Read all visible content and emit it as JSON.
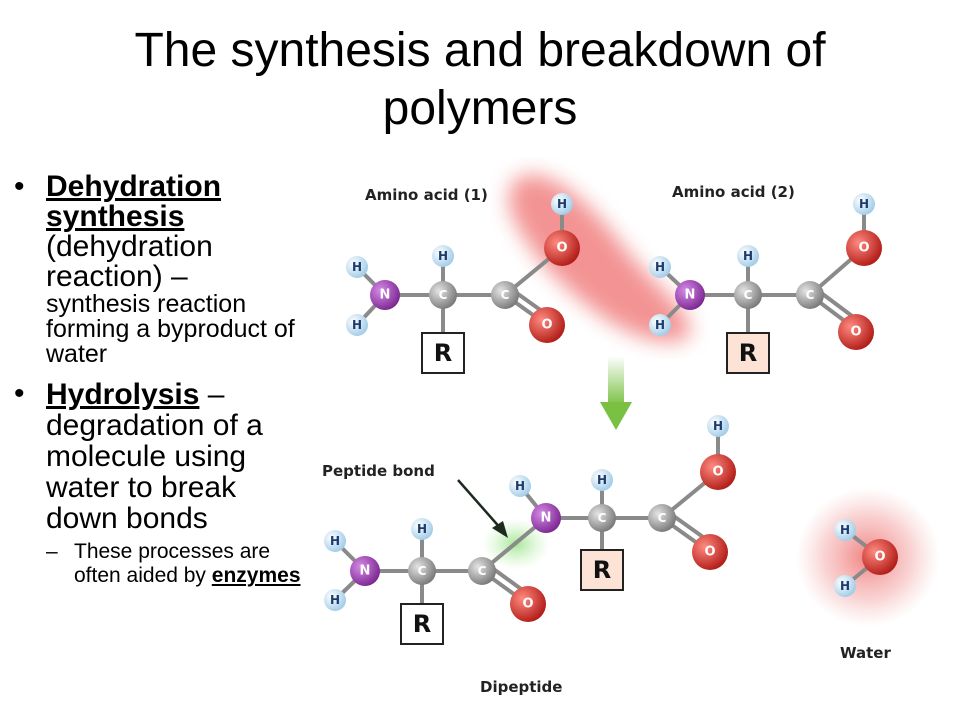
{
  "slide": {
    "title_line1": "The synthesis and breakdown of",
    "title_line2": "polymers"
  },
  "bullets": [
    {
      "term": "Dehydration synthesis",
      "paren": "(dehydration reaction) –",
      "desc": "synthesis reaction forming a byproduct of water"
    },
    {
      "term": "Hydrolysis",
      "desc": " – degradation of a molecule using water to break down bonds",
      "sub": {
        "dash": "–",
        "text": "These processes are often aided by ",
        "emphasis": "enzymes"
      }
    }
  ],
  "diagram": {
    "labels": {
      "amino1": "Amino acid (1)",
      "amino2": "Amino acid (2)",
      "peptide_bond": "Peptide bond",
      "water": "Water",
      "dipeptide": "Dipeptide"
    },
    "atoms": {
      "H": "H",
      "N": "N",
      "C": "C",
      "O": "O",
      "R": "R"
    },
    "colors": {
      "hydrogen": "#bfe0f5",
      "nitrogen": "#9b3ab0",
      "carbon": "#9a9a9a",
      "oxygen": "#d9322c",
      "arrow": "#79c043",
      "glow_red": "#ef6a6a",
      "glow_green": "#9be38a"
    }
  }
}
